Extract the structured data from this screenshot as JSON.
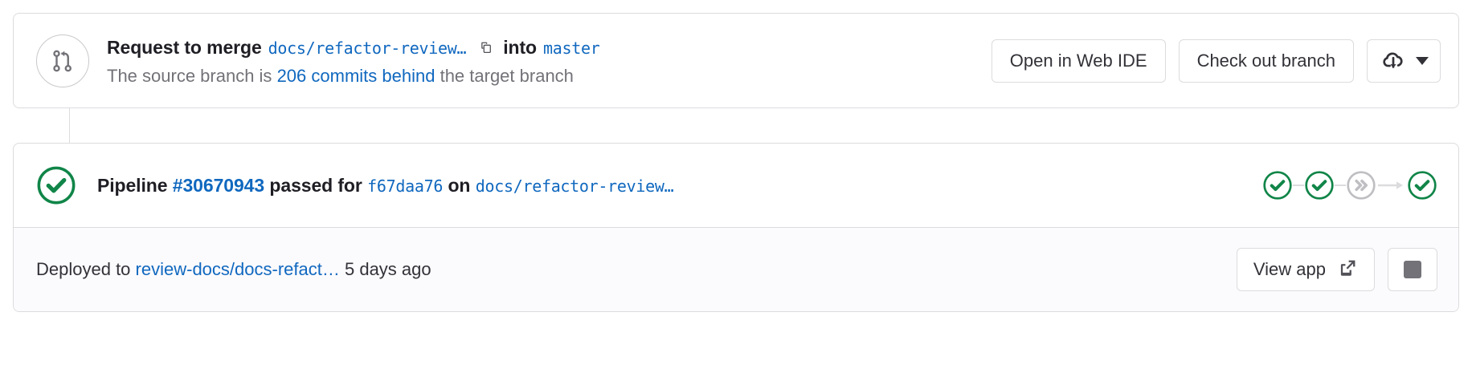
{
  "merge_request": {
    "icon": "merge-request-icon",
    "title_prefix": "Request to merge",
    "source_branch": "docs/refactor-review…",
    "copy_icon": "copy-icon",
    "title_into": "into",
    "target_branch": "master",
    "subtitle_prefix": "The source branch is",
    "behind_link": "206 commits behind",
    "subtitle_suffix": "the target branch",
    "actions": {
      "web_ide_label": "Open in Web IDE",
      "checkout_label": "Check out branch",
      "download_icon": "cloud-download-icon",
      "download_caret_icon": "chevron-down-icon"
    }
  },
  "pipeline": {
    "status_icon": "status-success-icon",
    "prefix": "Pipeline",
    "id": "#30670943",
    "middle": "passed for",
    "commit_sha": "f67daa76",
    "on_word": "on",
    "branch": "docs/refactor-review…",
    "stages": [
      {
        "name": "stage-1",
        "icon": "check-circle-icon",
        "state": "success"
      },
      {
        "name": "stage-2",
        "icon": "check-circle-icon",
        "state": "success"
      },
      {
        "name": "stage-3",
        "icon": "skipped-circle-icon",
        "state": "skipped"
      },
      {
        "name": "stage-4",
        "icon": "check-circle-icon",
        "state": "success"
      }
    ]
  },
  "deployment": {
    "prefix": "Deployed to",
    "environment": "review-docs/docs-refact…",
    "timestamp": "5 days ago",
    "view_app_label": "View app",
    "external_link_icon": "external-link-icon",
    "stop_icon": "stop-square-icon"
  },
  "colors": {
    "link": "#1068bf",
    "success": "#108548",
    "muted": "#737278",
    "border": "#dcdcde",
    "footer_bg": "#fbfafd"
  }
}
